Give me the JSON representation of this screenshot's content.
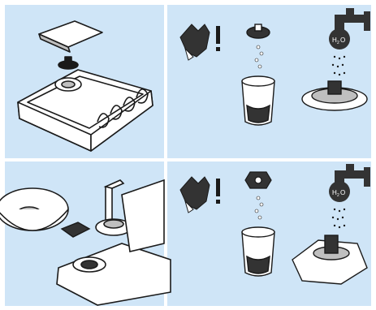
{
  "labels": {
    "water_top_h": "H",
    "water_top_sub": "2",
    "water_top_o": "O",
    "water_bot_h": "H",
    "water_bot_sub": "2",
    "water_bot_o": "O"
  },
  "icons": [
    "warning-glove-icon",
    "exclamation-icon",
    "water-tap-icon",
    "cleaning-cup-icon",
    "filter-insert-icon"
  ],
  "colors": {
    "panel": "#cfe5f7",
    "line": "#1a1a1a",
    "tap": "#333333",
    "fill": "#ffffff",
    "grey": "#bfbfbf"
  }
}
